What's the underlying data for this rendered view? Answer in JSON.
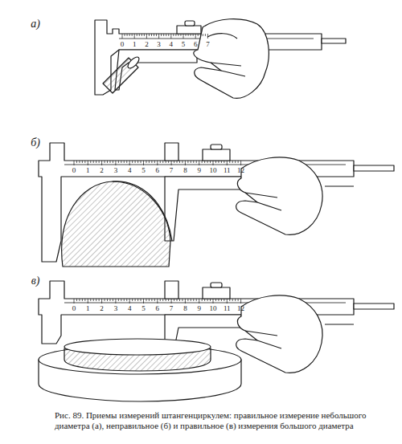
{
  "diagram": {
    "caption": "Рис. 89. Приемы измерений штангенциркулем: правильное измерение небольшого диаметра (а), неправильное (б) и правильное (в) измерения большого диаметра",
    "labels": [
      "а)",
      "0",
      "1",
      "2",
      "3",
      "4",
      "5",
      "6",
      "7",
      "б)",
      "0",
      "1",
      "2",
      "3",
      "4",
      "5",
      "6",
      "7",
      "8",
      "9",
      "10",
      "11",
      "12",
      "в)",
      "0",
      "1",
      "2",
      "3",
      "4",
      "5",
      "6",
      "7",
      "8",
      "9",
      "10",
      "11",
      "12"
    ]
  }
}
